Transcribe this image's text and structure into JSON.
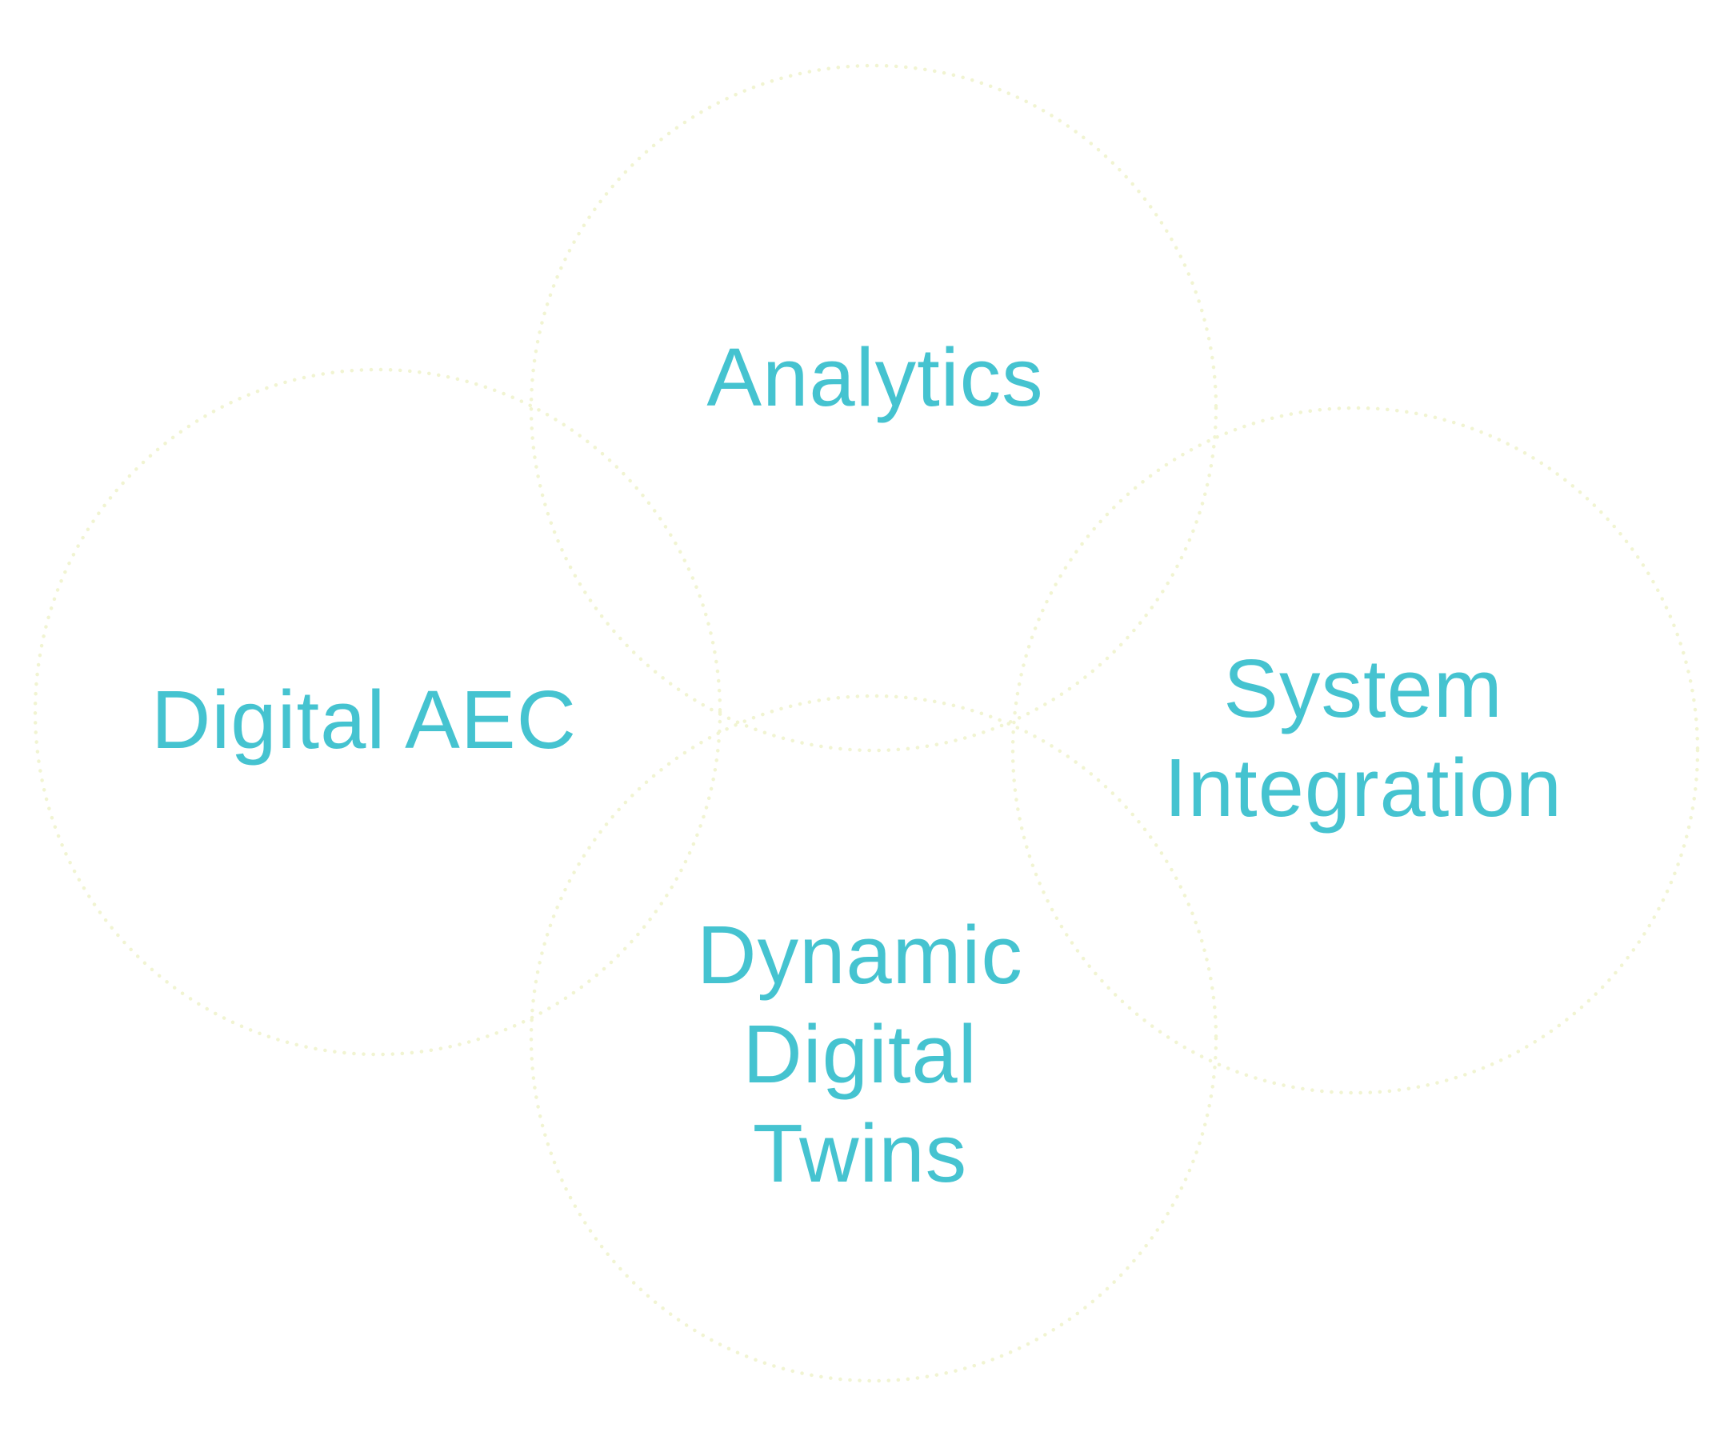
{
  "colors": {
    "label": "#45c3d0",
    "ring": "#f1f4d2",
    "background": "#ffffff"
  },
  "circles": [
    {
      "label_lines": [
        "Analytics"
      ]
    },
    {
      "label_lines": [
        "Digital AEC"
      ]
    },
    {
      "label_lines": [
        "System",
        "Integration"
      ]
    },
    {
      "label_lines": [
        "Dynamic",
        "Digital",
        "Twins"
      ]
    }
  ]
}
